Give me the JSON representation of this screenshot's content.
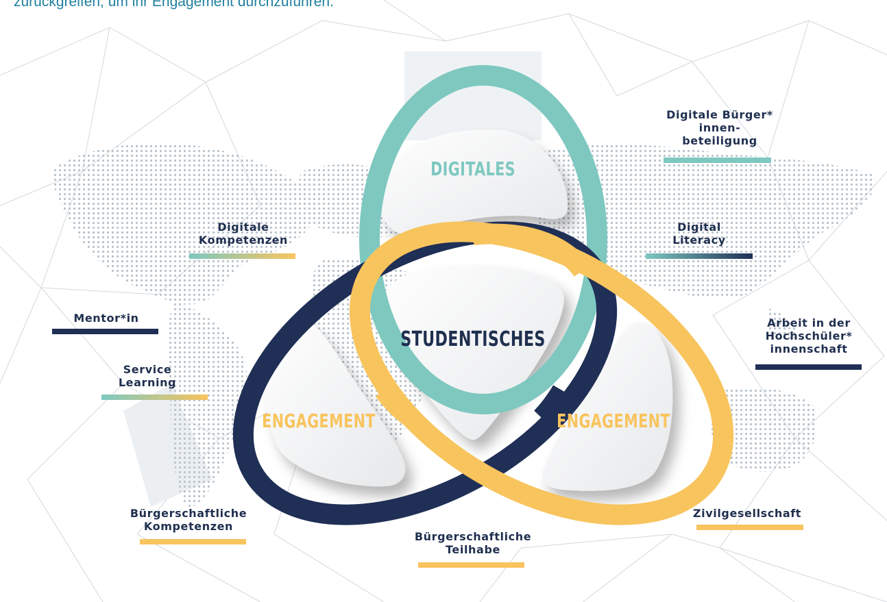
{
  "intro_text": "zurückgreifen, um ihr Engagement durchzuführen.",
  "colors": {
    "teal": "#7ec8c0",
    "navy": "#1f2f55",
    "yellow": "#f8c45e",
    "text": "#1f2f4f"
  },
  "center": {
    "top_label": "DIGITALES",
    "middle_label": "STUDENTISCHES",
    "left_label": "ENGAGEMENT",
    "right_label": "ENGAGEMENT"
  },
  "labels": {
    "digitale_buerger": [
      "Digitale Bürger*",
      "innen-",
      "beteiligung"
    ],
    "digitale_kompetenzen": [
      "Digitale",
      "Kompetenzen"
    ],
    "digital_literacy": [
      "Digital",
      "Literacy"
    ],
    "mentor": [
      "Mentor*in"
    ],
    "service_learning": [
      "Service",
      "Learning"
    ],
    "hochschuelerschaft": [
      "Arbeit in der",
      "Hochschüler*",
      "innenschaft"
    ],
    "buergerschaftliche_kompetenzen": [
      "Bürgerschaftliche",
      "Kompetenzen"
    ],
    "buergerschaftliche_teilhabe": [
      "Bürgerschaftliche",
      "Teilhabe"
    ],
    "zivilgesellschaft": [
      "Zivilgesellschaft"
    ]
  }
}
